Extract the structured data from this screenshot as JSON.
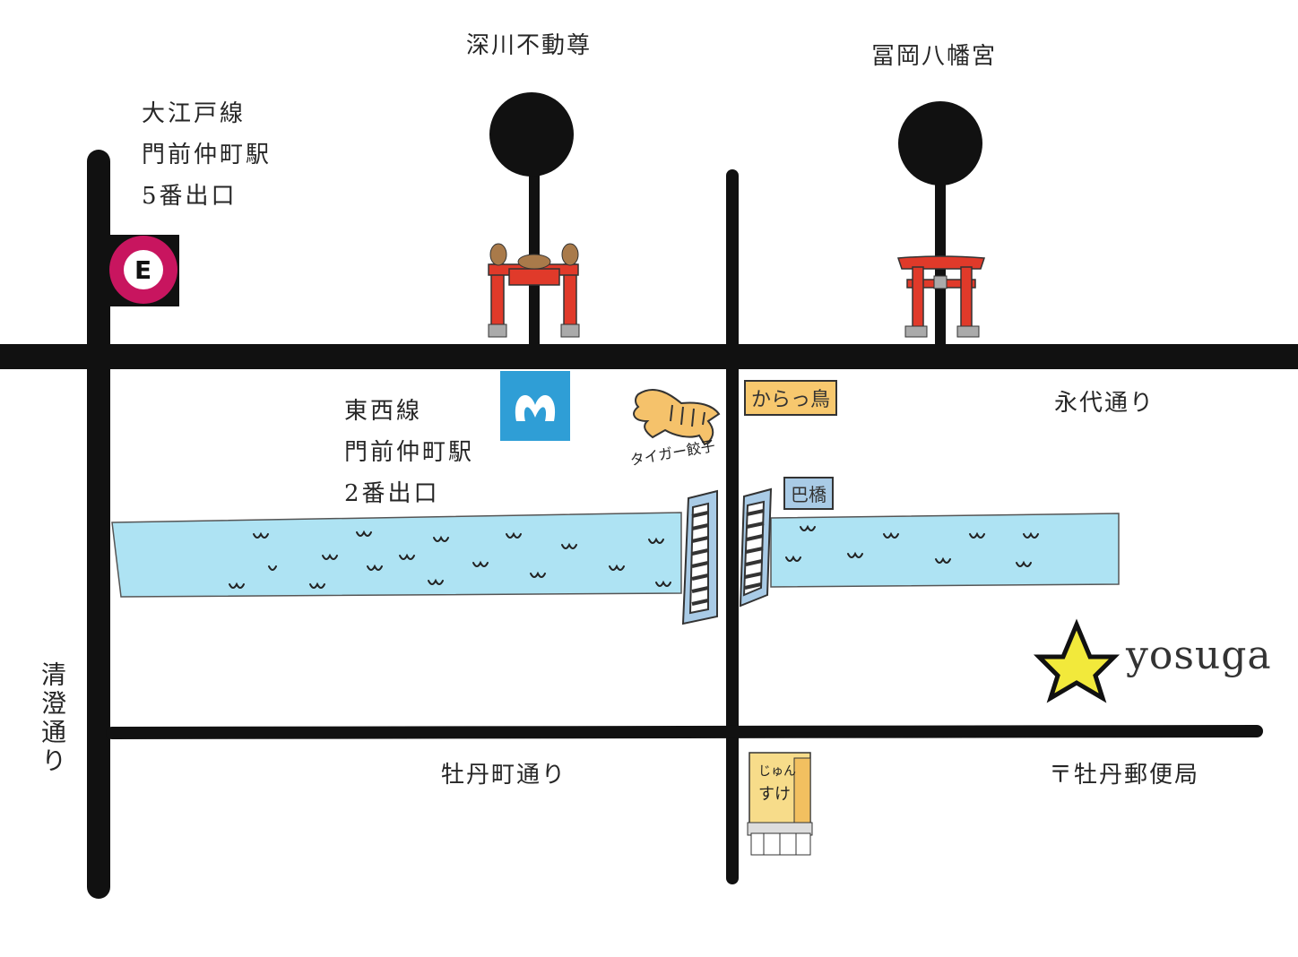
{
  "stations": {
    "oedo": {
      "line": "大江戸線",
      "name": "門前仲町駅",
      "exit": "5番出口",
      "badge": "E",
      "color": "#c8155f"
    },
    "tozai": {
      "line": "東西線",
      "name": "門前仲町駅",
      "exit": "2番出口",
      "color": "#2f9ed6"
    }
  },
  "landmarks": {
    "fukagawa_fudoson": "深川不動尊",
    "tomioka_hachimangu": "冨岡八幡宮",
    "torii_color": "#e03a2a"
  },
  "streets": {
    "eitai": "永代通り",
    "kiyosumi": "清澄通り",
    "botancho": "牡丹町通り"
  },
  "shops": {
    "karatori": "からっ鳥",
    "tiger_gyoza": "タイガー餃子",
    "junsuke_line1": "じゅん",
    "junsuke_line2": "すけ"
  },
  "bridge": {
    "name": "巴橋"
  },
  "post_office": {
    "symbol": "〒",
    "name": "牡丹郵便局"
  },
  "destination": {
    "name": "yosuga",
    "star_color": "#f2e93b"
  },
  "colors": {
    "road": "#111111",
    "river": "#aee3f3",
    "sign": "#f7c86e"
  }
}
